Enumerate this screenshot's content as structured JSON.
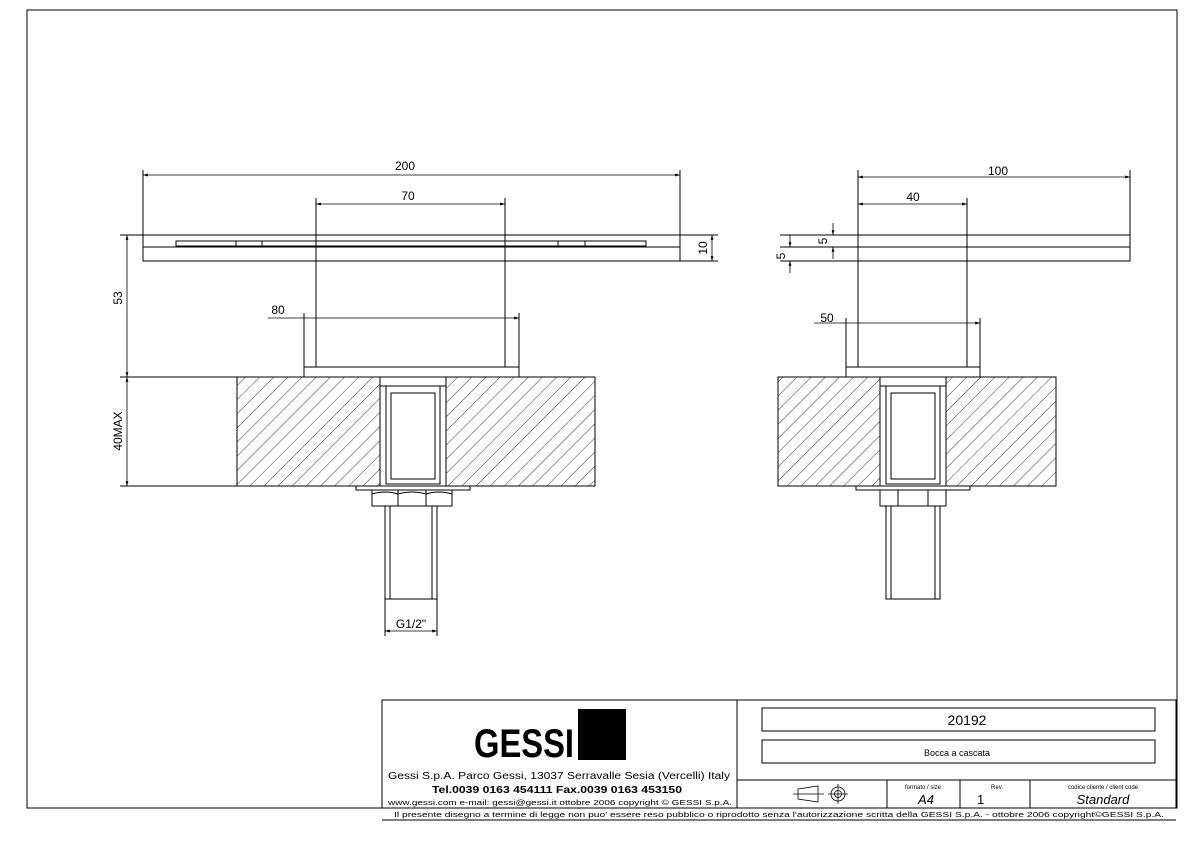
{
  "dimensions": {
    "front_overall_width": "200",
    "front_slot_width": "70",
    "front_thickness": "10",
    "front_height_above_deck": "53",
    "front_base_width": "80",
    "front_deck_thickness_max": "40MAX",
    "front_thread": "G1/2\"",
    "side_overall_depth": "100",
    "side_slot_depth": "40",
    "side_top_plate": "5",
    "side_bottom_plate": "5",
    "side_base_depth": "50"
  },
  "title_block": {
    "logo_text": "GESSI",
    "company_line": "Gessi S.p.A. Parco Gessi, 13037 Serravalle Sesia (Vercelli) Italy",
    "phone_line": "Tel.0039 0163 454111 Fax.0039 0163 453150",
    "web_line": "www.gessi.com e-mail: gessi@gessi.it ottobre 2006 copyright © GESSI S.p.A.",
    "product_code": "20192",
    "product_name": "Bocca a cascata",
    "format_label": "formato / size",
    "format_value": "A4",
    "rev_label": "Rev.",
    "rev_value": "1",
    "client_code_label": "codice cliente / client code",
    "client_code_value": "Standard",
    "legal_notice": "Il presente disegno a termine di legge non puo' essere reso pubblico o riprodotto senza l'autorizzazione scritta della GESSI S.p.A. - ottobre 2006 copyright©GESSI S.p.A."
  }
}
